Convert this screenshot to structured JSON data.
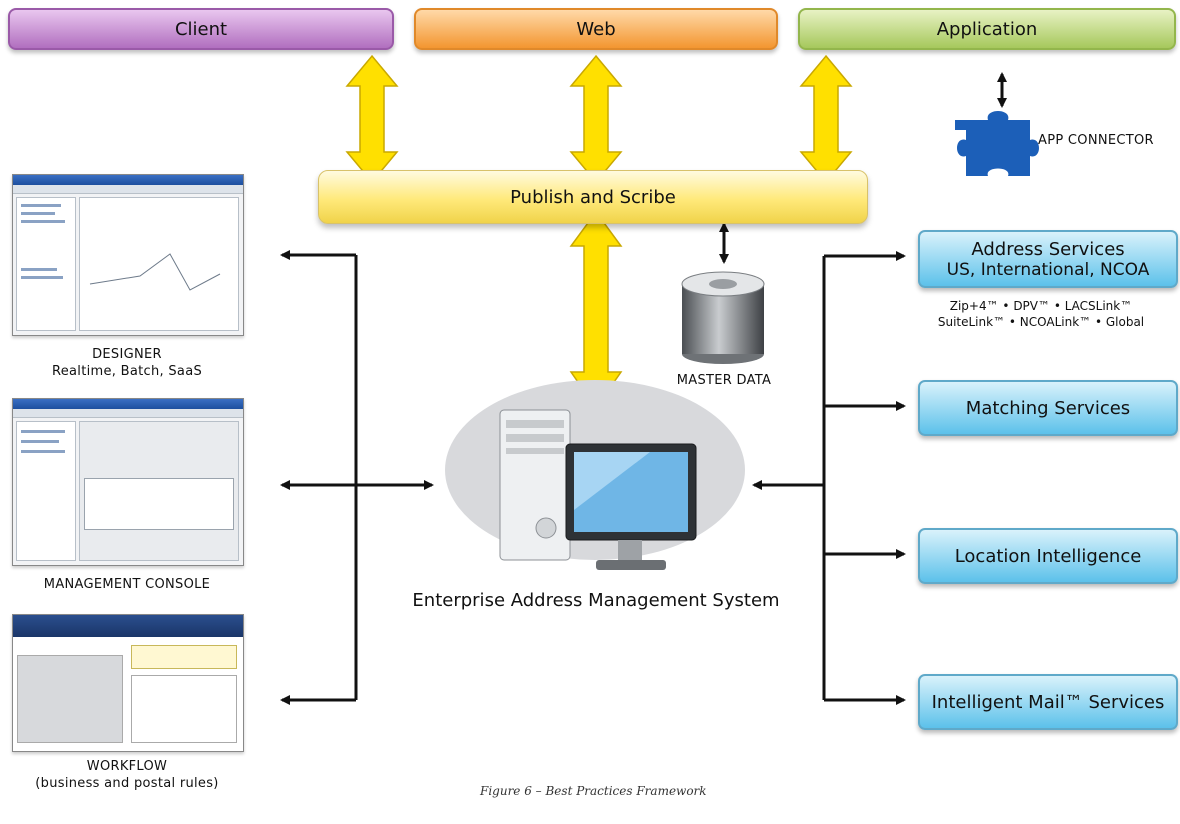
{
  "tiers": {
    "client": "Client",
    "web": "Web",
    "application": "Application"
  },
  "bus": {
    "label": "Publish and Scribe"
  },
  "app_connector": {
    "label": "APP CONNECTOR",
    "icon": "puzzle-piece-icon"
  },
  "master_data": {
    "label": "MASTER DATA",
    "icon": "database-cylinder-icon"
  },
  "core": {
    "label": "Enterprise Address Management System",
    "icon": "computer-icon"
  },
  "tools": [
    {
      "title": "DESIGNER",
      "subtitle": "Realtime, Batch, SaaS"
    },
    {
      "title": "MANAGEMENT CONSOLE",
      "subtitle": ""
    },
    {
      "title": "WORKFLOW",
      "subtitle": "(business and postal rules)"
    }
  ],
  "services": {
    "address": {
      "title": "Address Services",
      "subtitle": "US, International, NCOA",
      "notes": [
        "Zip+4™ • DPV™ • LACSLink™",
        "SuiteLink™ • NCOALink™ • Global"
      ]
    },
    "matching": {
      "title": "Matching Services"
    },
    "location": {
      "title": "Location Intelligence"
    },
    "mail": {
      "title": "Intelligent Mail™ Services"
    }
  },
  "caption": "Figure 6 – Best Practices Framework",
  "colors": {
    "arrow_yellow": "#ffe000",
    "arrow_outline": "#b59a00",
    "connector_blue": "#1c5fb8"
  }
}
